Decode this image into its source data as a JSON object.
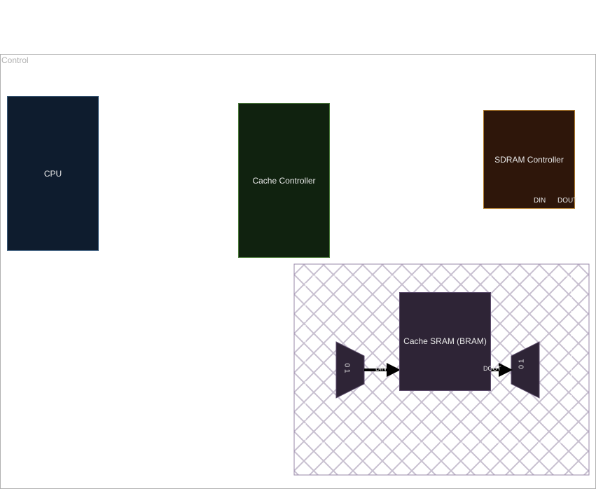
{
  "region": {
    "label": "Control"
  },
  "blocks": {
    "cpu": {
      "label": "CPU",
      "color": "#0e1c2e"
    },
    "cache_controller": {
      "label": "Cache Controller",
      "color": "#10220f"
    },
    "sdram_controller": {
      "label": "SDRAM Controller",
      "color": "#2e160a",
      "ports": {
        "din": "DIN",
        "dout": "DOUT"
      }
    },
    "cache_sram": {
      "label": "Cache SRAM (BRAM)",
      "color": "#2e2436",
      "ports": {
        "din": "DIN",
        "dout": "DOUT"
      }
    }
  },
  "muxes": {
    "left": {
      "label": "0 1"
    },
    "right": {
      "label": "0 1"
    }
  },
  "colors": {
    "mux_fill": "#2e2436",
    "hatch": "#c8c0d0",
    "hatch_border": "#9a88aa"
  }
}
